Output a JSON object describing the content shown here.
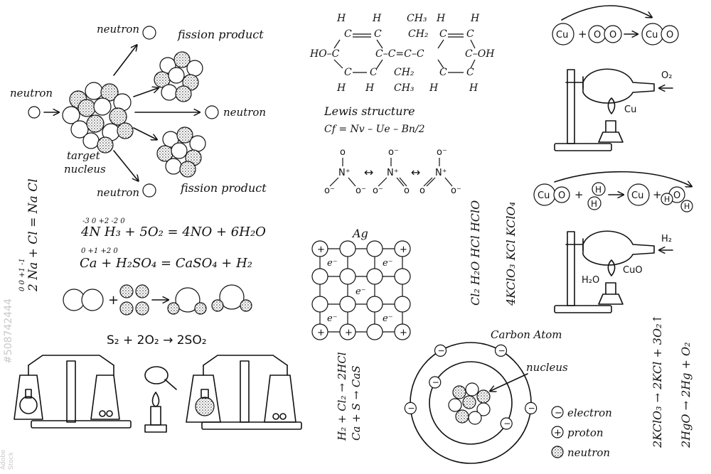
{
  "fission": {
    "neutron_in": "neutron",
    "neutron_top": "neutron",
    "neutron_mid": "neutron",
    "neutron_bottom": "neutron",
    "fission_top": "fission product",
    "fission_bottom": "fission product",
    "target_line1": "target",
    "target_line2": "nucleus"
  },
  "molecule": {
    "atoms": [
      {
        "id": "h1",
        "t": "H"
      },
      {
        "id": "h2",
        "t": "H"
      },
      {
        "id": "ch3a",
        "t": "CH₃"
      },
      {
        "id": "h3",
        "t": "H"
      },
      {
        "id": "h4",
        "t": "H"
      },
      {
        "id": "c1",
        "t": "C"
      },
      {
        "id": "c2",
        "t": "C"
      },
      {
        "id": "ch2a",
        "t": "CH₂"
      },
      {
        "id": "c3",
        "t": "C"
      },
      {
        "id": "c4",
        "t": "C"
      },
      {
        "id": "ho",
        "t": "HO–C"
      },
      {
        "id": "mid",
        "t": "C–C=C–C"
      },
      {
        "id": "oh",
        "t": "C–OH"
      },
      {
        "id": "c5",
        "t": "C"
      },
      {
        "id": "c6",
        "t": "C"
      },
      {
        "id": "ch2b",
        "t": "CH₂"
      },
      {
        "id": "c7",
        "t": "C"
      },
      {
        "id": "c8",
        "t": "C"
      },
      {
        "id": "h5",
        "t": "H"
      },
      {
        "id": "h6",
        "t": "H"
      },
      {
        "id": "ch3b",
        "t": "CH₃"
      },
      {
        "id": "h7",
        "t": "H"
      },
      {
        "id": "h8",
        "t": "H"
      }
    ]
  },
  "lewis": {
    "title": "Lewis structure",
    "formula": "Cf = Nv – Ue – Bn/2",
    "nitrogen": "N⁺",
    "arrow": "↔"
  },
  "lattice": {
    "label": "Ag",
    "plus": "+",
    "electron": "e⁻"
  },
  "equations": {
    "nacl": "2 Na + Cl = Na Cl",
    "nacl_ox": "0   0   +1 -1",
    "nh3": "4N H₃ + 5O₂ = 4NO + 6H₂O",
    "nh3_ox": "-3        0        +2 -2      0",
    "ca": "Ca + H₂SO₄ = CaSO₄ + H₂",
    "ca_ox": "0    +1          +2          0",
    "s2": "S₂ + 2O₂ → 2SO₂"
  },
  "copper": {
    "cu": "Cu",
    "o": "O",
    "cuo": "CuO",
    "h": "H",
    "o2": "O₂",
    "h2": "H₂",
    "h2o": "H₂O",
    "plus": "+",
    "arrow": "→"
  },
  "vertical": {
    "chlorine": "Cl₂  H₂O  HCl  HClO",
    "kclo": "4KClO₃  KCl  KClO₄",
    "h2cl": "H₂ + Cl₂ → 2HCl",
    "cas": "Ca + S → CaS",
    "kclo3": "2KClO₃ → 2KCl + 3O₂↑",
    "hgo": "2HgO → 2Hg + O₂"
  },
  "atom": {
    "title": "Carbon Atom",
    "nucleus": "nucleus",
    "legend_electron": "electron",
    "legend_proton": "proton",
    "legend_neutron": "neutron",
    "minus": "−",
    "plus": "+"
  },
  "watermark": {
    "id": "#508742444",
    "brand": "Adobe Stock"
  },
  "colors": {
    "ink": "#111111",
    "paper": "#ffffff",
    "watermark": "#c9c9c9"
  }
}
